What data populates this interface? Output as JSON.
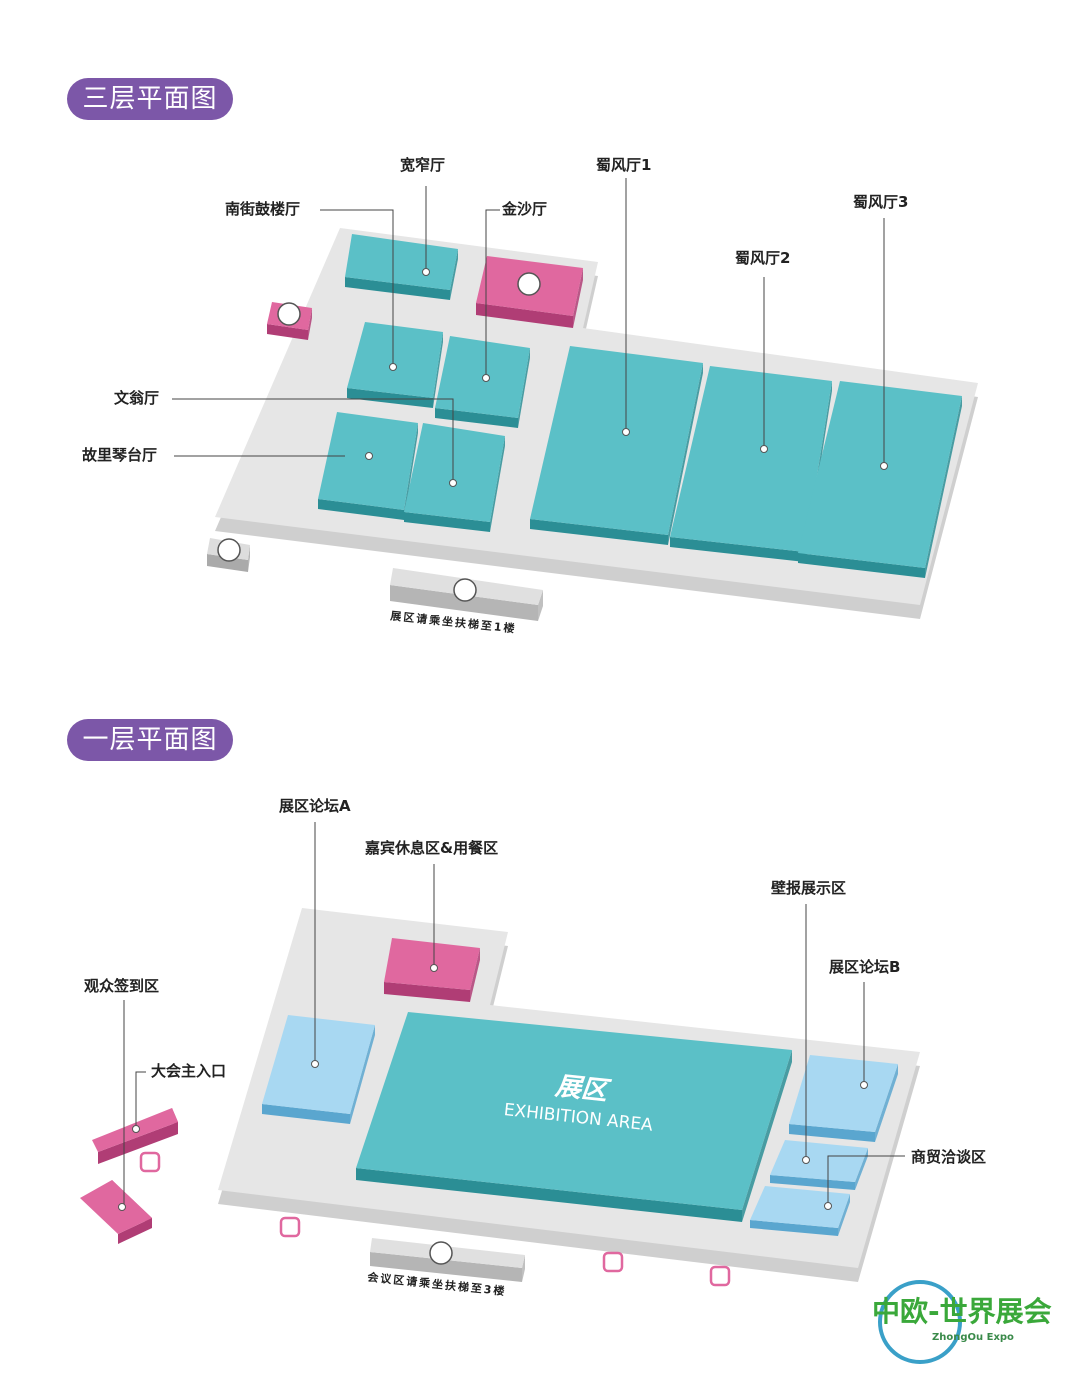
{
  "floor3": {
    "title": "三层平面图",
    "labels": {
      "kuanzhai": "宽窄厅",
      "shufeng1": "蜀风厅1",
      "nanjie": "南街鼓楼厅",
      "jinsha": "金沙厅",
      "shufeng3": "蜀风厅3",
      "shufeng2": "蜀风厅2",
      "wenweng": "文翁厅",
      "guli": "故里琴台厅"
    },
    "escalator_note": "展区请乘坐扶梯至1楼"
  },
  "floor1": {
    "title": "一层平面图",
    "labels": {
      "forumA": "展区论坛A",
      "guest": "嘉宾休息区&用餐区",
      "poster": "壁报展示区",
      "checkin": "观众签到区",
      "forumB": "展区论坛B",
      "entrance": "大会主入口",
      "business": "商贸洽谈区"
    },
    "exhibition_cn": "展区",
    "exhibition_en": "EXHIBITION AREA",
    "escalator_note": "会议区请乘坐扶梯至3楼"
  },
  "logo": {
    "cn": "中欧-世界展会",
    "en": "ZhongOu Expo"
  },
  "colors": {
    "teal": "#5bc0c7",
    "pink": "#e0689f",
    "lightblue": "#a8d8f2",
    "purple": "#7c57a8"
  }
}
